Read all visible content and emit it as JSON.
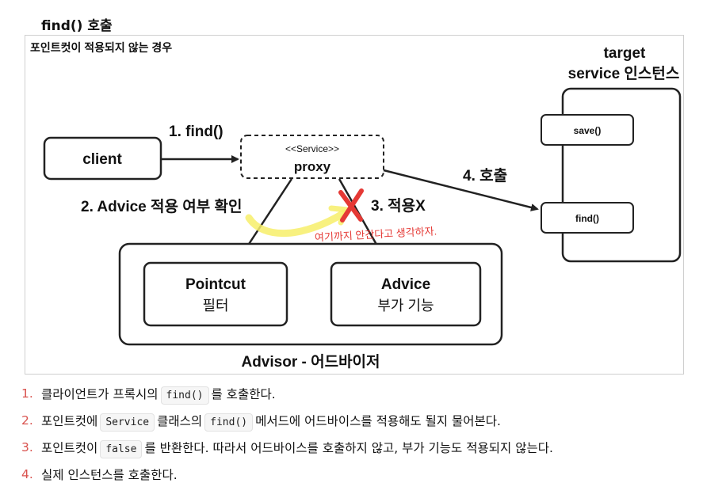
{
  "heading": "find() 호출",
  "diagram": {
    "caption": "포인트컷이 적용되지 않는 경우",
    "client": "client",
    "proxy_stereotype": "<<Service>>",
    "proxy": "proxy",
    "target_line1": "target",
    "target_line2": "service 인스턴스",
    "save": "save()",
    "find": "find()",
    "step1": "1. find()",
    "step2": "2. Advice 적용 여부 확인",
    "step3": "3. 적용X",
    "step4": "4. 호출",
    "handwritten_note": "여기까지 안간다고 생각하자.",
    "pointcut_title": "Pointcut",
    "pointcut_sub": "필터",
    "advice_title": "Advice",
    "advice_sub": "부가 기능",
    "advisor": "Advisor - 어드바이저",
    "colors": {
      "cross": "#e53935",
      "note": "#e53935",
      "highlight": "#f7ef6a"
    }
  },
  "steps": [
    {
      "num": "1.",
      "before": "클라이언트가 프록시의",
      "code": "find()",
      "after": "를 호출한다.",
      "code2": "",
      "after2": ""
    },
    {
      "num": "2.",
      "before": "포인트컷에",
      "code": "Service",
      "after": "클래스의",
      "code2": "find()",
      "after2": "메서드에 어드바이스를 적용해도 될지 물어본다."
    },
    {
      "num": "3.",
      "before": "포인트컷이",
      "code": "false",
      "after": "를 반환한다. 따라서 어드바이스를 호출하지 않고, 부가 기능도 적용되지 않는다.",
      "code2": "",
      "after2": ""
    },
    {
      "num": "4.",
      "before": "실제 인스턴스를 호출한다.",
      "code": "",
      "after": "",
      "code2": "",
      "after2": ""
    }
  ]
}
